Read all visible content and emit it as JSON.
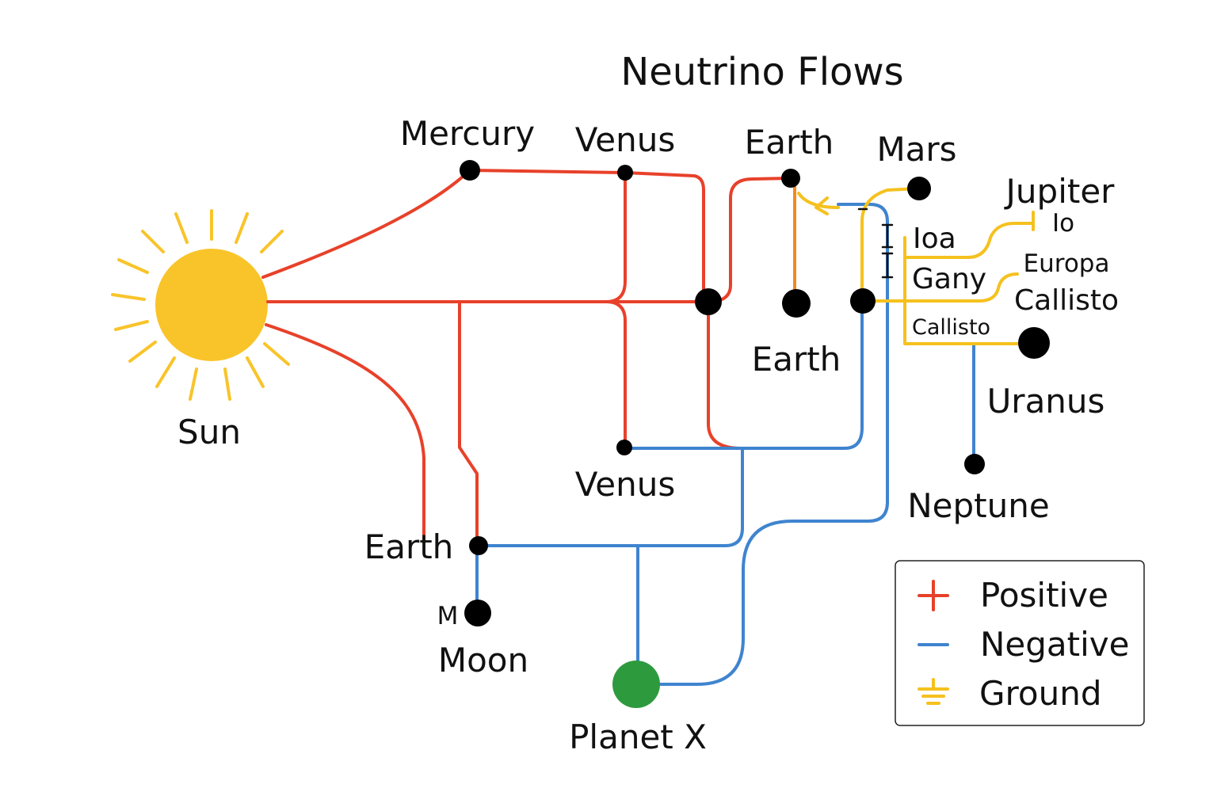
{
  "title": "Neutrino Flows",
  "colors": {
    "positive": "#e8412a",
    "negative": "#3f84cf",
    "ground": "#f5c11e",
    "orange": "#f28a1e",
    "sun": "#f9c42a",
    "planet_x": "#2e9a3e",
    "node": "#000000"
  },
  "labels": {
    "sun": "Sun",
    "mercury": "Mercury",
    "venus_top": "Venus",
    "earth_top": "Earth",
    "mars": "Mars",
    "jupiter": "Jupiter",
    "io": "Io",
    "ioa": "Ioa",
    "europa": "Europa",
    "gany": "Gany",
    "callisto_right": "Callisto",
    "callisto_left": "Callisto",
    "earth_mid": "Earth",
    "uranus": "Uranus",
    "neptune": "Neptune",
    "venus_bottom": "Venus",
    "earth_bottom": "Earth",
    "m": "M",
    "moon": "Moon",
    "planet_x": "Planet X"
  },
  "legend": {
    "items": [
      {
        "label": "Positive",
        "icon": "plus-icon"
      },
      {
        "label": "Negative",
        "icon": "minus-icon"
      },
      {
        "label": "Ground",
        "icon": "ground-icon"
      }
    ]
  }
}
